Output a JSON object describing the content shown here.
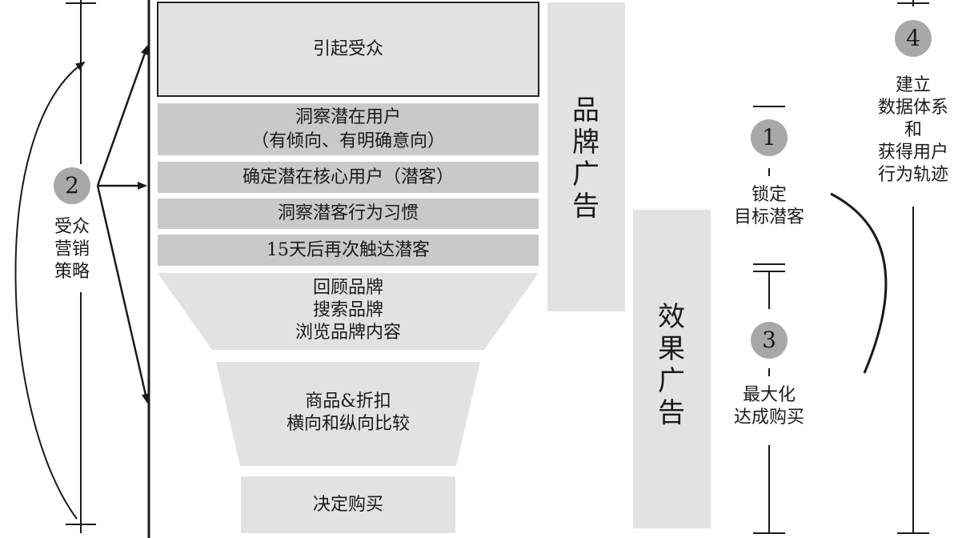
{
  "colors": {
    "light_fill": "#e2e2e2",
    "mid_fill": "#c9c9c9",
    "circle_fill": "#a8a8a8",
    "line": "#1a1a1a"
  },
  "stages": {
    "s1": "引起受众",
    "s2_line1": "洞察潜在用户",
    "s2_line2": "（有倾向、有明确意向）",
    "s3": "确定潜在核心用户（潜客）",
    "s4": "洞察潜客行为习惯",
    "s5": "15天后再次触达潜客",
    "s6_line1": "回顾品牌",
    "s6_line2": "搜索品牌",
    "s6_line3": "浏览品牌内容",
    "s7_line1": "商品&折扣",
    "s7_line2": "横向和纵向比较",
    "s8": "决定购买"
  },
  "bands": {
    "brand_ads": [
      "品",
      "牌",
      "广",
      "告"
    ],
    "effect_ads": [
      "效",
      "果",
      "广",
      "告"
    ]
  },
  "left": {
    "step_number": "2",
    "label_lines": [
      "受众",
      "营销",
      "策略"
    ]
  },
  "right": {
    "step1": {
      "number": "1",
      "lines": [
        "锁定",
        "目标潜客"
      ]
    },
    "step3": {
      "number": "3",
      "lines": [
        "最大化",
        "达成购买"
      ]
    },
    "step4": {
      "number": "4",
      "lines": [
        "建立",
        "数据体系",
        "和",
        "获得用户",
        "行为轨迹"
      ]
    }
  }
}
